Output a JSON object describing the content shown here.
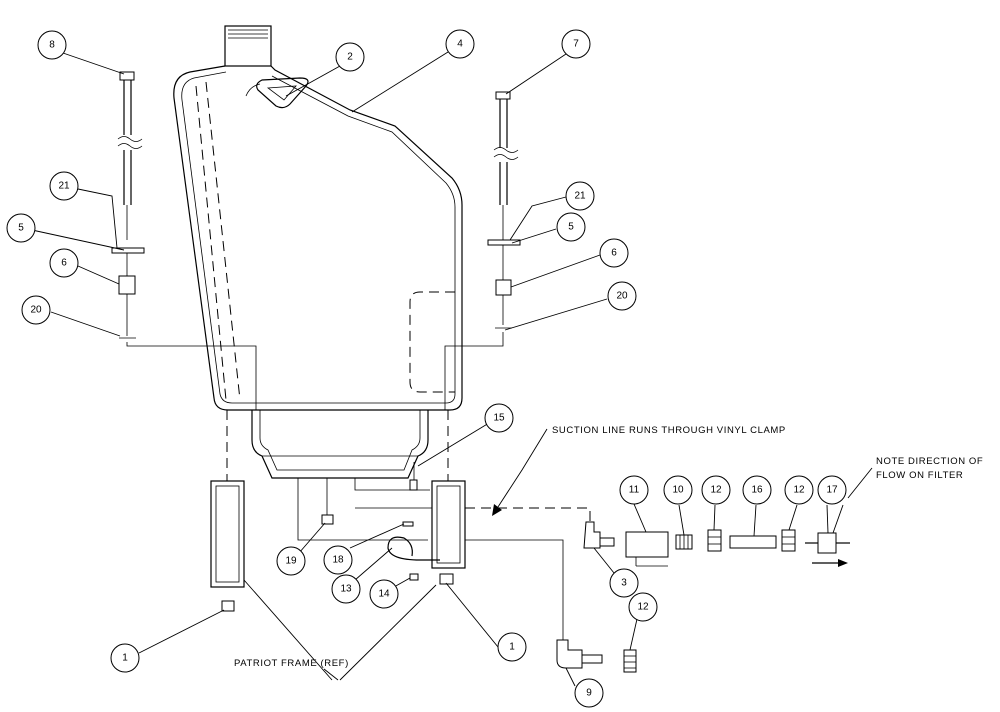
{
  "callouts": [
    {
      "id": "c-8",
      "label": "8"
    },
    {
      "id": "c-2",
      "label": "2"
    },
    {
      "id": "c-4",
      "label": "4"
    },
    {
      "id": "c-7",
      "label": "7"
    },
    {
      "id": "c-21a",
      "label": "21"
    },
    {
      "id": "c-5a",
      "label": "5"
    },
    {
      "id": "c-6a",
      "label": "6"
    },
    {
      "id": "c-20a",
      "label": "20"
    },
    {
      "id": "c-21b",
      "label": "21"
    },
    {
      "id": "c-5b",
      "label": "5"
    },
    {
      "id": "c-6b",
      "label": "6"
    },
    {
      "id": "c-20b",
      "label": "20"
    },
    {
      "id": "c-15",
      "label": "15"
    },
    {
      "id": "c-11",
      "label": "11"
    },
    {
      "id": "c-10",
      "label": "10"
    },
    {
      "id": "c-12a",
      "label": "12"
    },
    {
      "id": "c-16",
      "label": "16"
    },
    {
      "id": "c-12b",
      "label": "12"
    },
    {
      "id": "c-17",
      "label": "17"
    },
    {
      "id": "c-3",
      "label": "3"
    },
    {
      "id": "c-19",
      "label": "19"
    },
    {
      "id": "c-18",
      "label": "18"
    },
    {
      "id": "c-13",
      "label": "13"
    },
    {
      "id": "c-14",
      "label": "14"
    },
    {
      "id": "c-1a",
      "label": "1"
    },
    {
      "id": "c-1b",
      "label": "1"
    },
    {
      "id": "c-12c",
      "label": "12"
    },
    {
      "id": "c-9",
      "label": "9"
    }
  ],
  "notes": {
    "suction_line": "SUCTION LINE RUNS THROUGH VINYL CLAMP",
    "filter_line1": "NOTE DIRECTION OF",
    "filter_line2": "FLOW ON FILTER",
    "patriot_frame": "PATRIOT FRAME (REF)"
  }
}
